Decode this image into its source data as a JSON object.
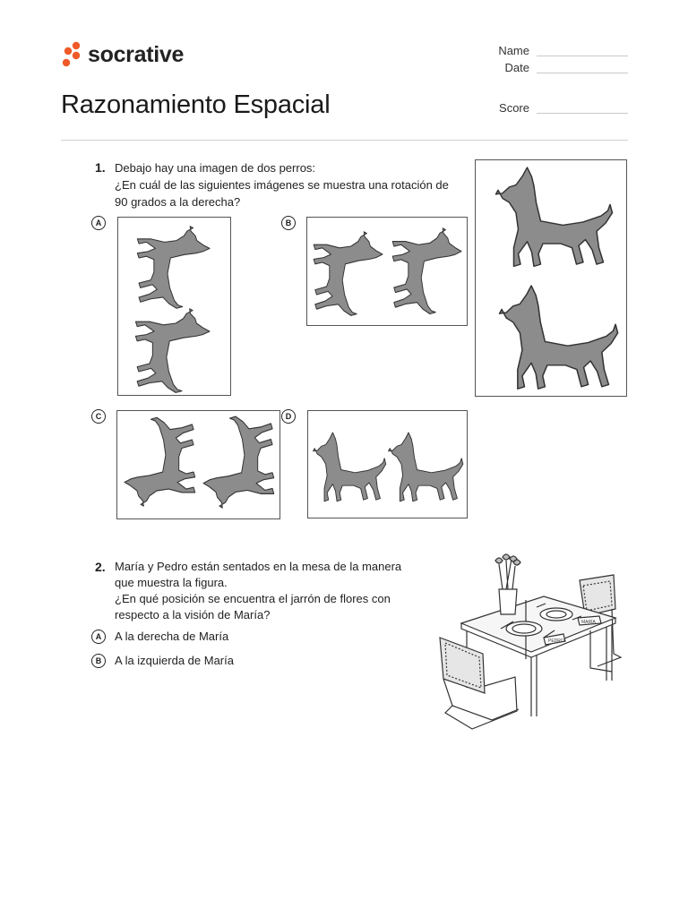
{
  "header": {
    "brand": "socrative",
    "name_label": "Name",
    "date_label": "Date",
    "score_label": "Score",
    "title": "Razonamiento Espacial"
  },
  "colors": {
    "brand_orange": "#F05A28",
    "dog_gray": "#8c8c8c"
  },
  "q1": {
    "number": "1.",
    "line1": "Debajo hay una imagen de dos perros:",
    "line2": "¿En cuál de las siguientes imágenes se muestra una rotación de",
    "line3": "90 grados a la derecha?",
    "options": [
      "A",
      "B",
      "C",
      "D"
    ]
  },
  "q2": {
    "number": "2.",
    "line1": "María y Pedro están sentados en la mesa de la manera",
    "line2": "que muestra la figura.",
    "line3": "¿En qué posición se encuentra el jarrón de flores con",
    "line4": "respecto a la visión de María?",
    "options": [
      {
        "letter": "A",
        "text": "A la derecha de María"
      },
      {
        "letter": "B",
        "text": "A la izquierda de María"
      }
    ],
    "card_maria": "MARÍA",
    "card_pedro": "PEDRO"
  }
}
